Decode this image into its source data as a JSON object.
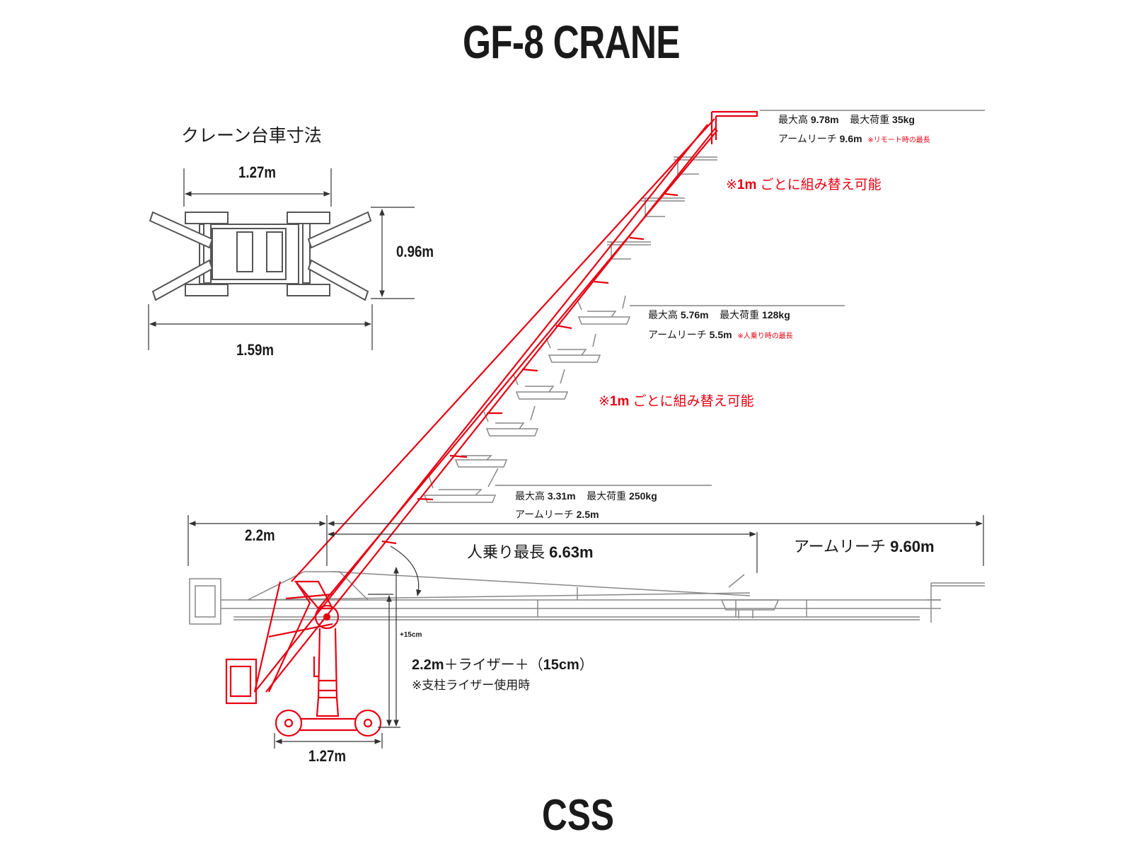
{
  "title": "GF-8 CRANE",
  "footer": "CSS",
  "colors": {
    "accent": "#e60012",
    "outline": "#7a7a7a",
    "text": "#1a1a1a"
  },
  "cart": {
    "heading": "クレーン台車寸法",
    "width_inner": "1.27m",
    "width_outer": "1.59m",
    "depth": "0.96m"
  },
  "levels": [
    {
      "height_label": "最大高",
      "height": "9.78m",
      "load_label": "最大荷重",
      "load": "35kg",
      "reach_label": "アームリーチ",
      "reach": "9.6m",
      "note": "※リモート時の最長"
    },
    {
      "height_label": "最大高",
      "height": "5.76m",
      "load_label": "最大荷重",
      "load": "128kg",
      "reach_label": "アームリーチ",
      "reach": "5.5m",
      "note": "※人乗り時の最長"
    },
    {
      "height_label": "最大高",
      "height": "3.31m",
      "load_label": "最大荷重",
      "load": "250kg",
      "reach_label": "アームリーチ",
      "reach": "2.5m",
      "note": ""
    }
  ],
  "reconfig_notes": [
    {
      "prefix": "※",
      "value": "1m",
      "text": "ごとに組み替え可能"
    },
    {
      "prefix": "※",
      "value": "1m",
      "text": "ごとに組み替え可能"
    }
  ],
  "bottom": {
    "rear_length": "2.2m",
    "ride_label": "人乗り最長",
    "ride_value": "6.63m",
    "reach_label": "アームリーチ",
    "reach_value": "9.60m",
    "riser_small": "+15cm",
    "riser_value": "2.2m",
    "riser_text": "＋ライザー＋（",
    "riser_extra": "15cm",
    "riser_close": "）",
    "riser_note": "※支柱ライザー使用時",
    "base_width": "1.27m"
  }
}
